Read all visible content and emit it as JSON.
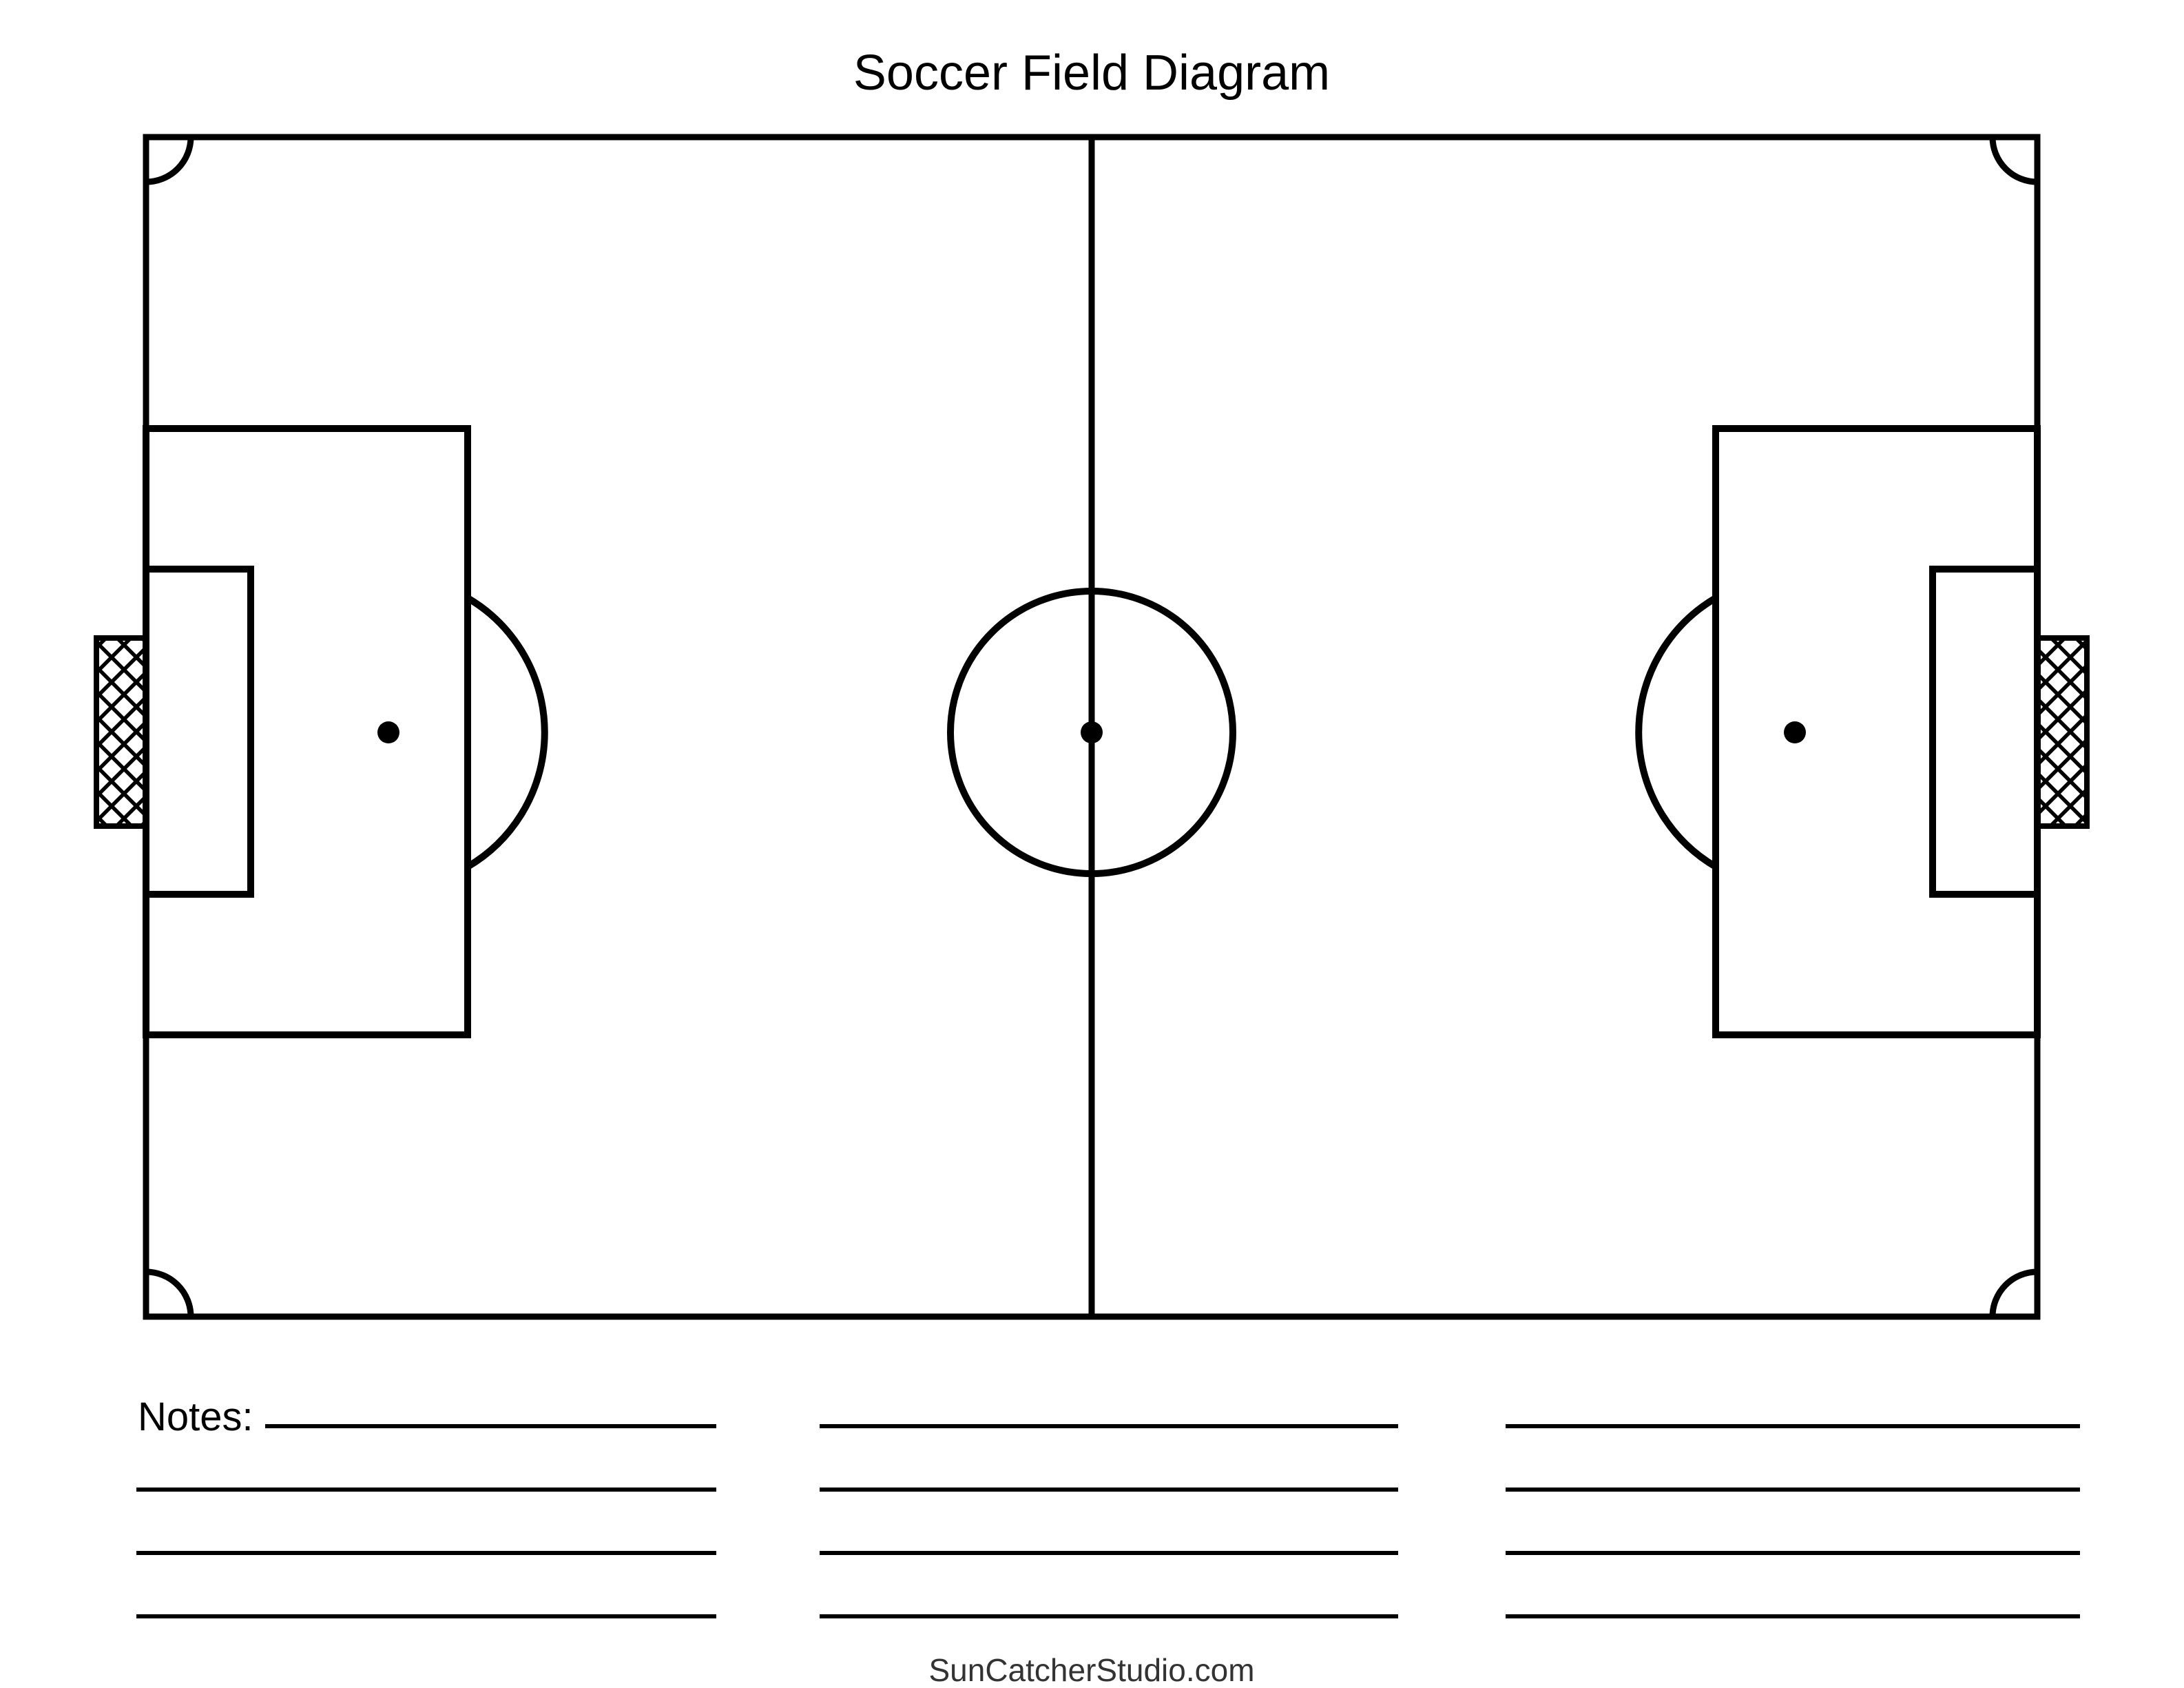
{
  "title": "Soccer Field Diagram",
  "notes": {
    "label": "Notes:"
  },
  "footer": {
    "site": "SunCatcherStudio.com"
  },
  "colors": {
    "line": "#000000",
    "background": "#ffffff",
    "footer_text": "#333333"
  }
}
